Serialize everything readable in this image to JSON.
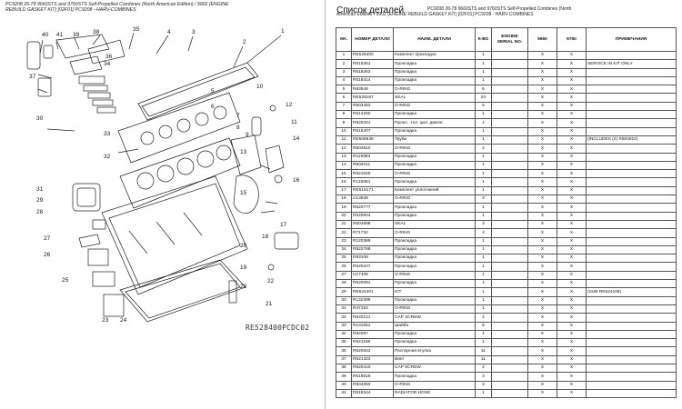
{
  "left_header": {
    "line1": "PC9208 26-78 9660STS and 9760STS Self-Propelled Combines (North American Edition) / 9902 (ENGINE",
    "line2": "REBUILD GASKET KIT) [02F01] PC9208 - HARV-COMBINES"
  },
  "diagram": {
    "callouts": [
      "1",
      "2",
      "3",
      "4",
      "5",
      "6",
      "7",
      "8",
      "9",
      "10",
      "11",
      "12",
      "13",
      "14",
      "15",
      "16",
      "17",
      "18",
      "19",
      "20",
      "21",
      "22",
      "23",
      "24",
      "25",
      "26",
      "27",
      "28",
      "29",
      "30",
      "31",
      "32",
      "33",
      "34",
      "35",
      "36",
      "37",
      "38",
      "39",
      "40",
      "41"
    ],
    "ref_code": "RE528400PCDC02"
  },
  "parts_list": {
    "title": "Список деталей",
    "subtitle_line1": "PC9208 26-78 9660STS and 9760STS Self-Propelled Combines (North",
    "subtitle_line2": "American Edition) / 9902 (ENGINE REBUILD GASKET KIT) [02F01] PC9208 - HARV-COMBINES",
    "columns": [
      "КН.",
      "НОМЕР ДЕТАЛИ",
      "НАИМ. ДЕТАЛИ",
      "К-ВО",
      "ENGINE SERIAL NO.",
      "9660",
      "9760",
      "ПРИМЕЧАНИЯ"
    ],
    "rows": [
      [
        "1",
        "RE528400",
        "Комплект прокладок",
        "1",
        "",
        "X",
        "X",
        ""
      ],
      [
        "2",
        "R519361",
        "Прокладка",
        "1",
        "",
        "X",
        "X",
        "SERVICE IN KIT ONLY"
      ],
      [
        "3",
        "R518263",
        "Прокладка",
        "1",
        "",
        "X",
        "X",
        ""
      ],
      [
        "4",
        "R518414",
        "Прокладка",
        "1",
        "",
        "X",
        "X",
        ""
      ],
      [
        "5",
        "R83548",
        "O-RING",
        "6",
        "",
        "X",
        "X",
        ""
      ],
      [
        "6",
        "RE529187",
        "SEAL",
        "24",
        "",
        "X",
        "X",
        ""
      ],
      [
        "7",
        "R503452",
        "O-RING",
        "6",
        "",
        "X",
        "X",
        ""
      ],
      [
        "8",
        "R514260",
        "Прокладка",
        "1",
        "",
        "X",
        "X",
        ""
      ],
      [
        "9",
        "R525341",
        "Прокл. -гол. цил. двигат.",
        "1",
        "",
        "X",
        "X",
        ""
      ],
      [
        "10",
        "R515407",
        "Прокладка",
        "1",
        "",
        "X",
        "X",
        ""
      ],
      [
        "11",
        "RE508648",
        "Труба",
        "1",
        "",
        "X",
        "X",
        "(INCLUDES (2) R504810)"
      ],
      [
        "12",
        "R504810",
        "O-RING",
        "2",
        "",
        "X",
        "X",
        ""
      ],
      [
        "13",
        "R119383",
        "Прокладка",
        "1",
        "",
        "X",
        "X",
        ""
      ],
      [
        "14",
        "R502011",
        "Прокладка",
        "1",
        "",
        "X",
        "X",
        ""
      ],
      [
        "15",
        "R521040",
        "O-RING",
        "1",
        "",
        "X",
        "X",
        ""
      ],
      [
        "16",
        "R119384",
        "Прокладка",
        "1",
        "",
        "X",
        "X",
        ""
      ],
      [
        "17",
        "RE516171",
        "Комплект уплотнений",
        "1",
        "",
        "X",
        "X",
        ""
      ],
      [
        "18",
        "U13639",
        "O-RING",
        "2",
        "",
        "X",
        "X",
        ""
      ],
      [
        "19",
        "R520777",
        "Прокладка",
        "1",
        "",
        "X",
        "X",
        ""
      ],
      [
        "20",
        "R520844",
        "Прокладка",
        "1",
        "",
        "X",
        "X",
        ""
      ],
      [
        "21",
        "R504688",
        "SEAL",
        "3",
        "",
        "X",
        "X",
        ""
      ],
      [
        "22",
        "R71732",
        "O-RING",
        "4",
        "",
        "X",
        "X",
        ""
      ],
      [
        "23",
        "R120369",
        "Прокладка",
        "1",
        "",
        "X",
        "X",
        ""
      ],
      [
        "24",
        "R522768",
        "Прокладка",
        "1",
        "",
        "X",
        "X",
        ""
      ],
      [
        "25",
        "R93108",
        "Прокладка",
        "1",
        "",
        "X",
        "X",
        ""
      ],
      [
        "26",
        "R520247",
        "Прокладка",
        "1",
        "",
        "X",
        "X",
        ""
      ],
      [
        "27",
        "U17409",
        "O-RING",
        "1",
        "",
        "X",
        "X",
        ""
      ],
      [
        "28",
        "R520091",
        "Прокладка",
        "1",
        "",
        "X",
        "X",
        ""
      ],
      [
        "29",
        "RE524401",
        "KIT",
        "1",
        "",
        "X",
        "X",
        "(SUB RE524105)"
      ],
      [
        "30",
        "R132396",
        "Прокладка",
        "1",
        "",
        "X",
        "X",
        ""
      ],
      [
        "31",
        "R47153",
        "O-RING",
        "1",
        "",
        "X",
        "X",
        ""
      ],
      [
        "32",
        "R520121",
        "CAP SCREW",
        "4",
        "",
        "X",
        "X",
        ""
      ],
      [
        "33",
        "R131051",
        "Шайба",
        "6",
        "",
        "X",
        "X",
        ""
      ],
      [
        "34",
        "R92097",
        "Прокладка",
        "1",
        "",
        "X",
        "X",
        ""
      ],
      [
        "35",
        "R521158",
        "Прокладка",
        "1",
        "",
        "X",
        "X",
        ""
      ],
      [
        "36",
        "R520632",
        "Распорная втулка",
        "11",
        "",
        "X",
        "X",
        ""
      ],
      [
        "37",
        "R521323",
        "Винт",
        "11",
        "",
        "X",
        "X",
        ""
      ],
      [
        "38",
        "R520410",
        "CAP SCREW",
        "2",
        "",
        "X",
        "X",
        ""
      ],
      [
        "39",
        "R518619",
        "Прокладка",
        "3",
        "",
        "X",
        "X",
        ""
      ],
      [
        "40",
        "R504650",
        "O-RING",
        "3",
        "",
        "X",
        "X",
        ""
      ],
      [
        "41",
        "R519344",
        "RADIATOR HOSE",
        "1",
        "",
        "X",
        "X",
        ""
      ]
    ]
  }
}
